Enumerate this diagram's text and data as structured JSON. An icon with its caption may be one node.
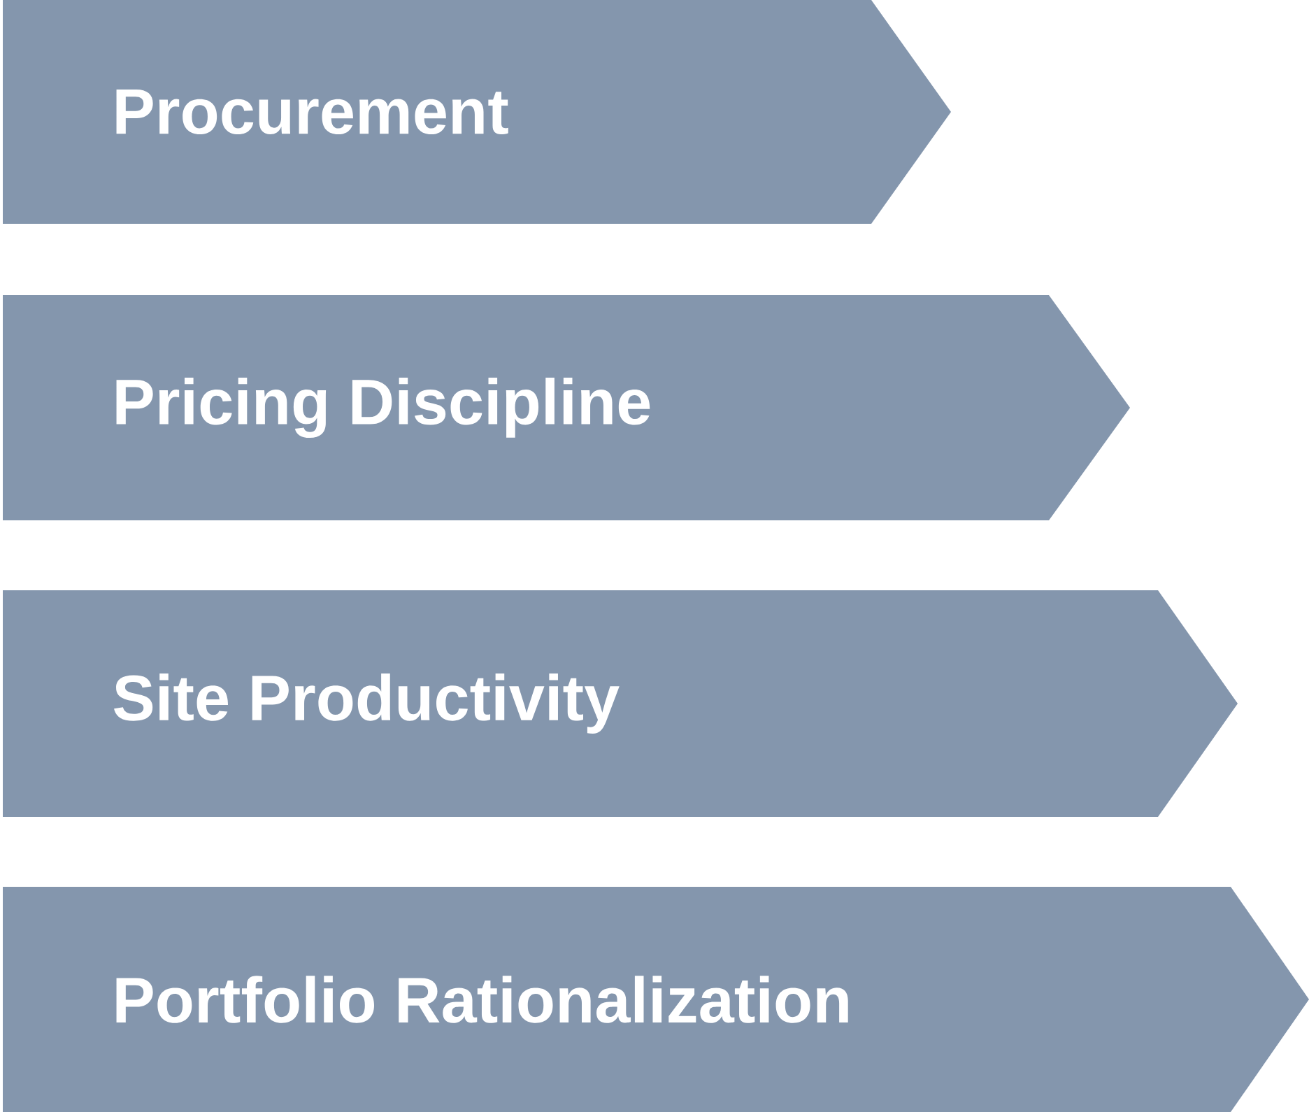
{
  "diagram": {
    "nodes": [
      {
        "text": [
          "Procurement"
        ]
      },
      {
        "text": [
          "Pricing Discipline"
        ]
      },
      {
        "text": [
          "Site Productivity"
        ]
      },
      {
        "text": [
          "Portfolio Rationalization"
        ]
      }
    ]
  }
}
